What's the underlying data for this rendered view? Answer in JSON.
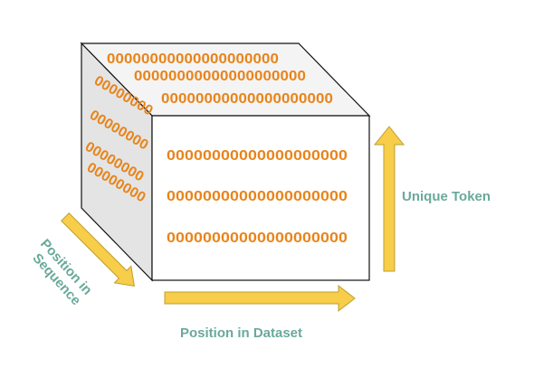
{
  "top_face": {
    "rows": [
      "00000000000000000000",
      "00000000000000000000",
      "00000000000000000000"
    ]
  },
  "side_face": {
    "rows": [
      "00000000",
      "00000000",
      "00000000",
      "00000000"
    ]
  },
  "front_face": {
    "rows": [
      "00000000000000000000",
      "00000000000000000000",
      "00000000000000000000"
    ]
  },
  "labels": {
    "vertical_axis": "Unique Token",
    "horizontal_axis": "Position in Dataset",
    "diagonal_axis_line1": "Position in",
    "diagonal_axis_line2": "Sequence"
  },
  "colors": {
    "digits": "#e8841a",
    "labels": "#6aa99a",
    "arrows_fill": "#f7cd49",
    "arrows_stroke": "#bda030",
    "cube_side": "#e4e4e4",
    "cube_top": "#f4f4f4"
  }
}
